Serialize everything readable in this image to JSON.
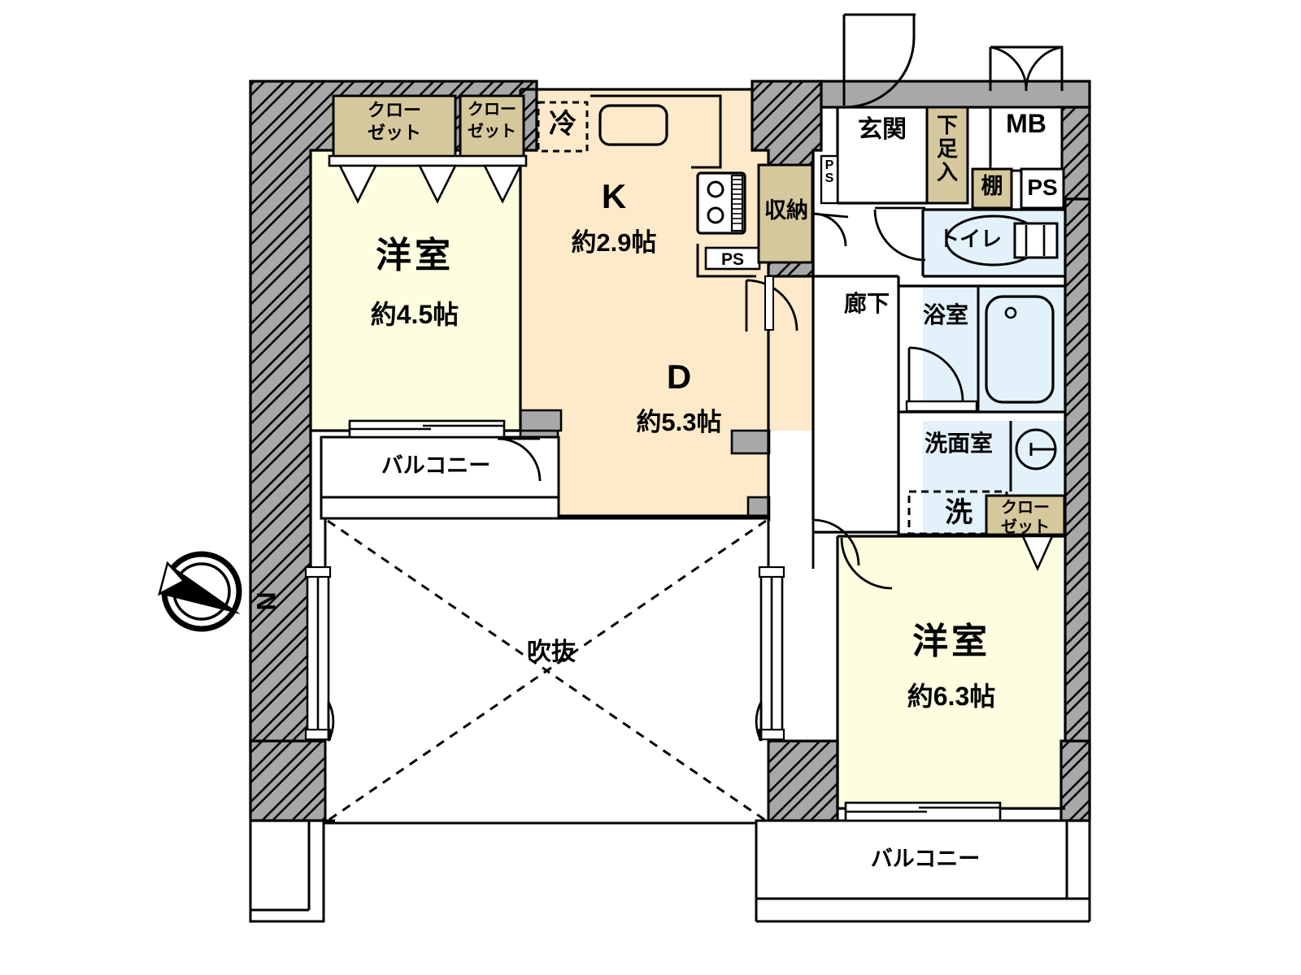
{
  "plan": {
    "type": "japanese-apartment-floor-plan",
    "layout_code": "2DK",
    "colors": {
      "room_yellow": "#fdfde0",
      "dining_kitchen_peach": "#fdeacb",
      "closet_tan": "#d6c89d",
      "water_blue": "#e2f1fa",
      "wall_gray": "#a8a8a8",
      "line_black": "#000000",
      "balcony_white": "#ffffff"
    },
    "rooms": [
      {
        "id": "bedroom-1",
        "name": "洋室",
        "area": "約4.5帖",
        "fill": "room_yellow"
      },
      {
        "id": "kitchen",
        "name": "K",
        "area": "約2.9帖",
        "fill": "dining_kitchen_peach"
      },
      {
        "id": "dining",
        "name": "D",
        "area": "約5.3帖",
        "fill": "dining_kitchen_peach"
      },
      {
        "id": "bedroom-2",
        "name": "洋室",
        "area": "約6.3帖",
        "fill": "room_yellow"
      }
    ],
    "labels": {
      "closet_nw_left": "クロー\nゼット",
      "closet_nw_right": "クロー\nゼット",
      "closet_east": "クロー\nゼット",
      "closet_line1": "クロー",
      "closet_line2": "ゼット",
      "fridge": "冷",
      "storage": "収納",
      "ps_kitchen": "PS",
      "ps_entry": "PS",
      "ps_east": "PS",
      "corridor": "廊下",
      "entrance": "玄関",
      "shoe_box": "下足入",
      "meter_box": "MB",
      "shelf": "棚",
      "toilet": "トイレ",
      "bath": "浴室",
      "washroom": "洗面室",
      "washer": "洗",
      "void": "吹抜",
      "balcony_west": "バルコニー",
      "balcony_south": "バルコニー",
      "compass_north": "N"
    },
    "fixtures": [
      {
        "name": "sink",
        "room": "kitchen"
      },
      {
        "name": "gas-stove-2-burner",
        "room": "kitchen"
      },
      {
        "name": "refrigerator-space",
        "room": "kitchen"
      },
      {
        "name": "toilet-bowl",
        "room": "toilet"
      },
      {
        "name": "bathtub",
        "room": "bath"
      },
      {
        "name": "vanity-basin",
        "room": "washroom"
      },
      {
        "name": "washing-machine-space",
        "room": "washroom"
      }
    ]
  }
}
